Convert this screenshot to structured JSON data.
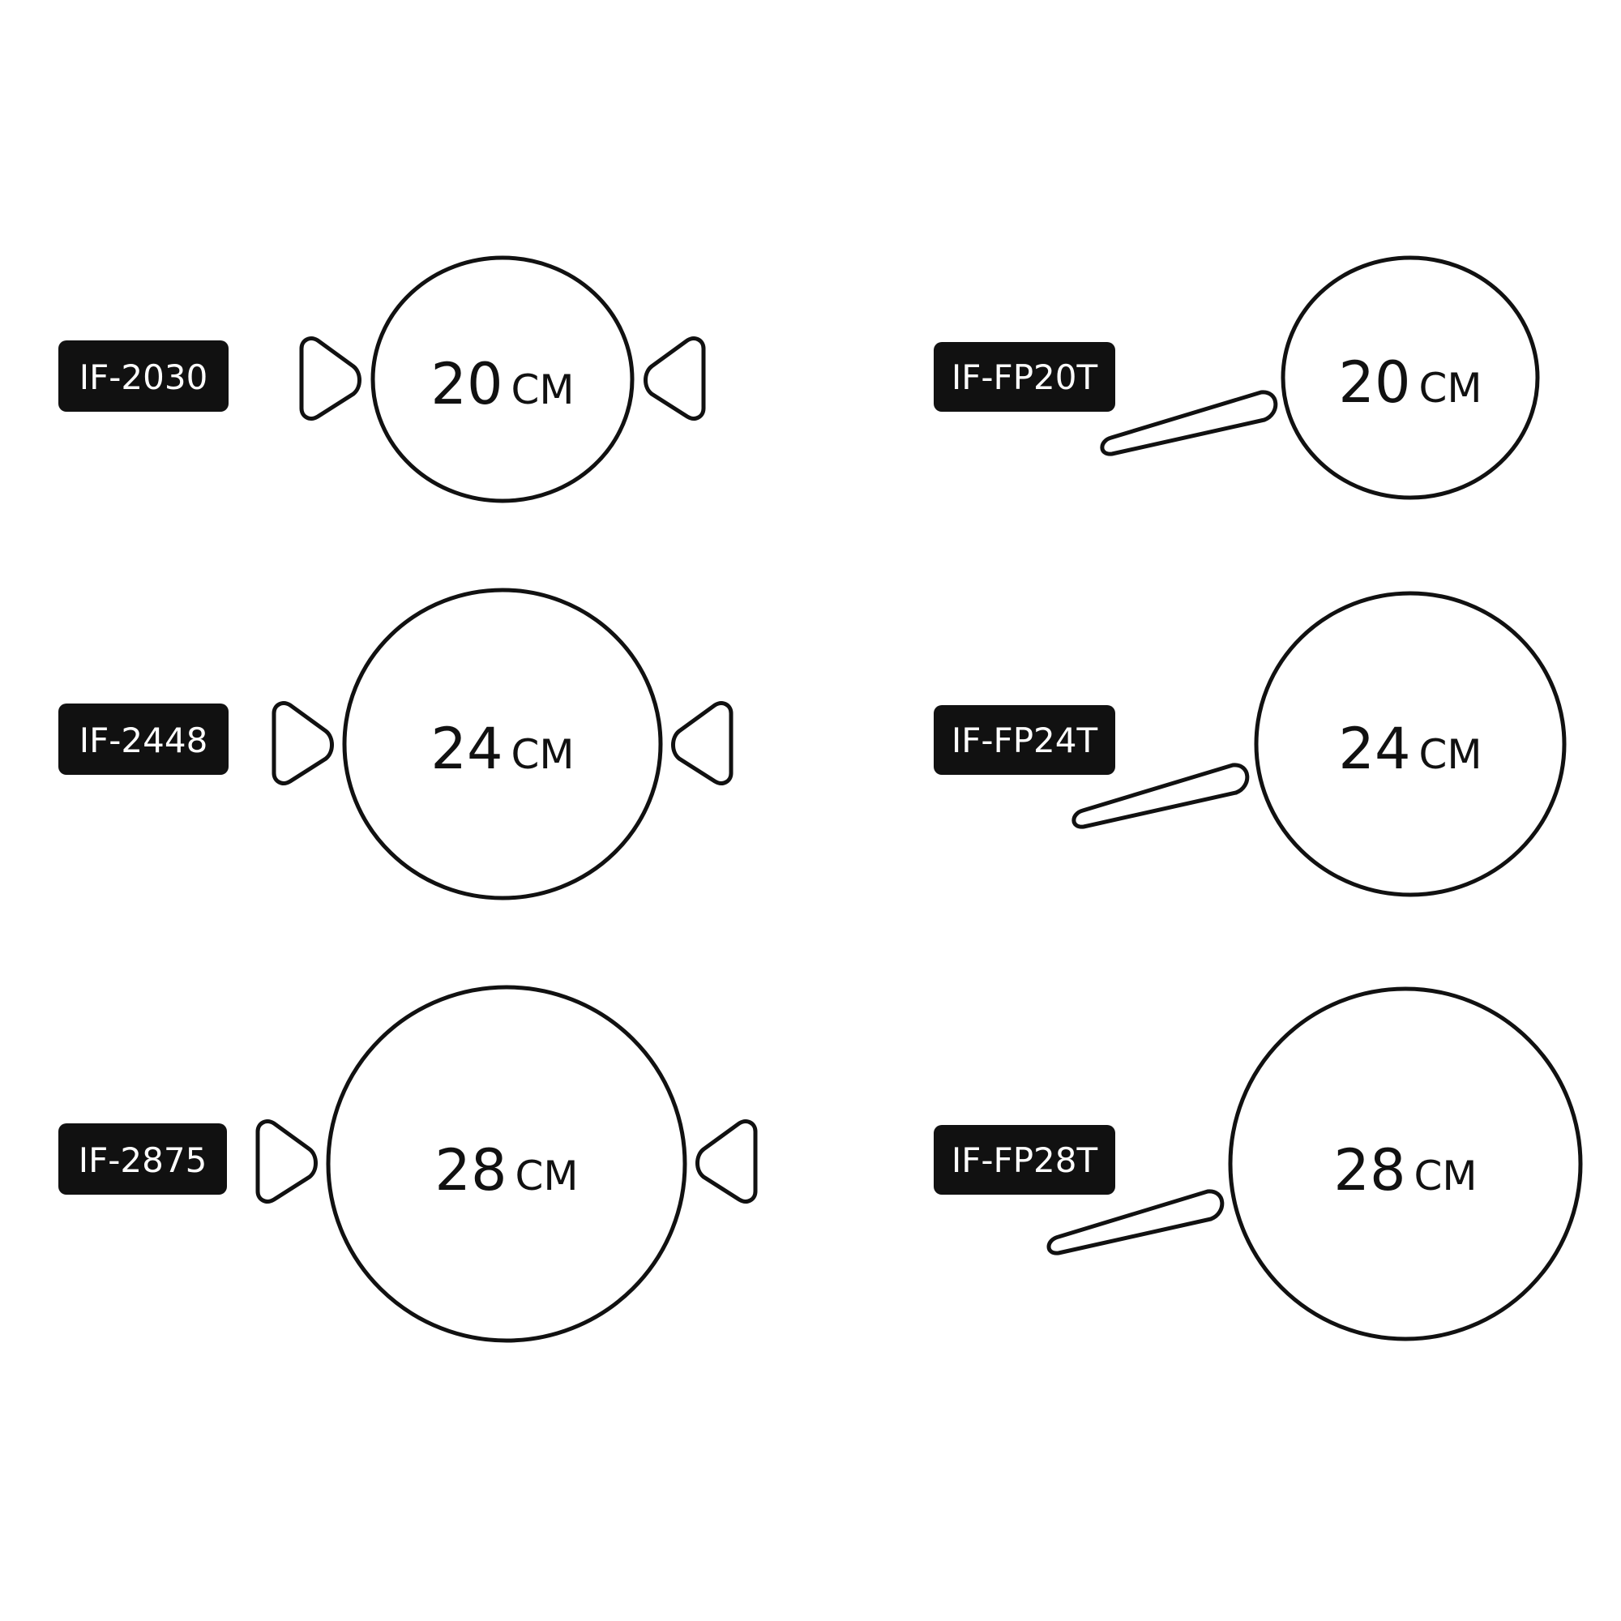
{
  "items": [
    {
      "code": "IF-2030",
      "size": "20",
      "unit": "CM",
      "style": "two-handle"
    },
    {
      "code": "IF-2448",
      "size": "24",
      "unit": "CM",
      "style": "two-handle"
    },
    {
      "code": "IF-2875",
      "size": "28",
      "unit": "CM",
      "style": "two-handle"
    },
    {
      "code": "IF-FP20T",
      "size": "20",
      "unit": "CM",
      "style": "long-handle"
    },
    {
      "code": "IF-FP24T",
      "size": "24",
      "unit": "CM",
      "style": "long-handle"
    },
    {
      "code": "IF-FP28T",
      "size": "28",
      "unit": "CM",
      "style": "long-handle"
    }
  ],
  "colors": {
    "ink": "#111111",
    "badge_text": "#ffffff",
    "background": "#ffffff"
  }
}
